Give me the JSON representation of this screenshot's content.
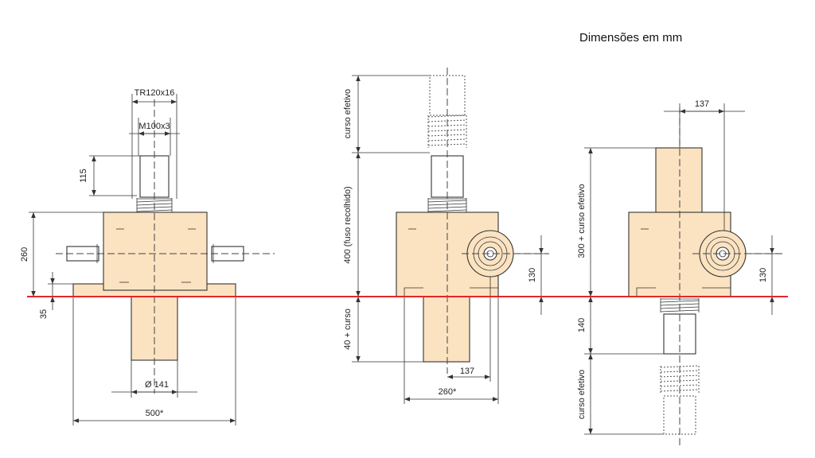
{
  "diagram": {
    "units_note": "Dimensões em mm",
    "colors": {
      "body_fill": "#fbe3c1",
      "reference_line": "#e32626",
      "line": "#333333"
    },
    "view_1": {
      "thread_tr": "TR120x16",
      "thread_m": "M100x3",
      "dim_top": "115",
      "dim_height": "260",
      "dim_base": "35",
      "dim_diameter": "Ø 141",
      "dim_width": "500*"
    },
    "view_2": {
      "dim_travel": "curso efetivo",
      "dim_retracted": "400 (fuso recolhido)",
      "dim_lower": "40 + curso",
      "dim_axis_height": "130",
      "dim_offset": "137",
      "dim_width": "260*"
    },
    "view_3": {
      "dim_offset": "137",
      "dim_upper": "300 + curso efetivo",
      "dim_axis_height": "130",
      "dim_lower": "140",
      "dim_travel": "curso efetivo"
    }
  }
}
